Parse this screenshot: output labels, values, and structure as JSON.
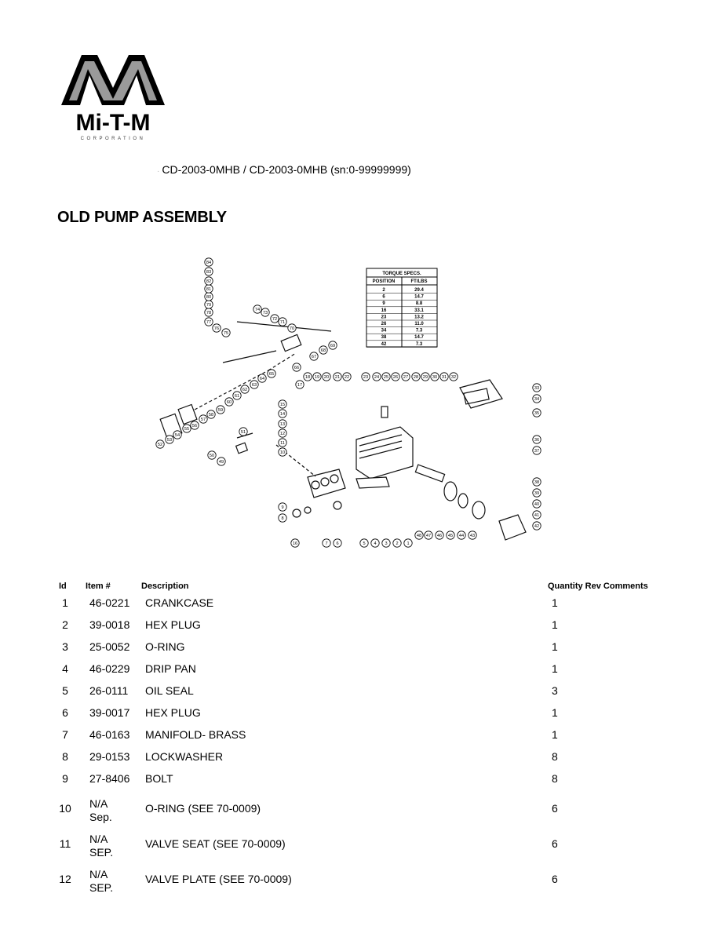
{
  "logo": {
    "brand": "Mi-T-M",
    "sub": "CORPORATION"
  },
  "model_line": "CD-2003-0MHB  / CD-2003-0MHB (sn:0-99999999)",
  "title": "OLD PUMP ASSEMBLY",
  "torque_table": {
    "title": "TORQUE SPECS.",
    "headers": [
      "POSITION",
      "FT/LBS"
    ],
    "rows": [
      [
        "2",
        "29.4"
      ],
      [
        "6",
        "14.7"
      ],
      [
        "9",
        "8.8"
      ],
      [
        "16",
        "33.1"
      ],
      [
        "23",
        "13.2"
      ],
      [
        "26",
        "11.0"
      ],
      [
        "34",
        "7.3"
      ],
      [
        "38",
        "14.7"
      ],
      [
        "42",
        "7.3"
      ]
    ]
  },
  "callouts": [
    "1",
    "2",
    "3",
    "4",
    "5",
    "6",
    "7",
    "8",
    "9",
    "10",
    "11",
    "12",
    "13",
    "14",
    "15",
    "16",
    "17",
    "18",
    "19",
    "20",
    "21",
    "22",
    "23",
    "24",
    "25",
    "26",
    "27",
    "28",
    "29",
    "30",
    "31",
    "32",
    "33",
    "34",
    "35",
    "36",
    "37",
    "38",
    "39",
    "40",
    "41",
    "42",
    "43",
    "44",
    "45",
    "46",
    "47",
    "48",
    "49",
    "50",
    "51",
    "52",
    "53",
    "54",
    "55",
    "56",
    "57",
    "58",
    "59",
    "60",
    "61",
    "62",
    "63",
    "64",
    "65",
    "66",
    "67",
    "68",
    "69",
    "70",
    "71",
    "72",
    "73",
    "74",
    "75",
    "76",
    "77",
    "78",
    "79",
    "80",
    "81",
    "82",
    "83",
    "84"
  ],
  "table": {
    "headers": {
      "id": "Id",
      "item": "Item #",
      "desc": "Description",
      "qty_rev_comments": "Quantity Rev Comments"
    },
    "rows": [
      {
        "id": "1",
        "item": "46-0221",
        "desc": "CRANKCASE",
        "qty": "1"
      },
      {
        "id": "2",
        "item": "39-0018",
        "desc": "HEX PLUG",
        "qty": "1"
      },
      {
        "id": "3",
        "item": "25-0052",
        "desc": "O-RING",
        "qty": "1"
      },
      {
        "id": "4",
        "item": "46-0229",
        "desc": "DRIP PAN",
        "qty": "1"
      },
      {
        "id": "5",
        "item": "26-0111",
        "desc": "OIL SEAL",
        "qty": "3"
      },
      {
        "id": "6",
        "item": "39-0017",
        "desc": "HEX PLUG",
        "qty": "1"
      },
      {
        "id": "7",
        "item": "46-0163",
        "desc": "MANIFOLD- BRASS",
        "qty": "1"
      },
      {
        "id": "8",
        "item": "29-0153",
        "desc": "LOCKWASHER",
        "qty": "8"
      },
      {
        "id": "9",
        "item": "27-8406",
        "desc": "BOLT",
        "qty": "8"
      },
      {
        "id": "10",
        "item": "N/A Sep.",
        "desc": "O-RING (SEE 70-0009)",
        "qty": "6"
      },
      {
        "id": "11",
        "item": "N/A SEP.",
        "desc": "VALVE SEAT (SEE 70-0009)",
        "qty": "6"
      },
      {
        "id": "12",
        "item": "N/A SEP.",
        "desc": "VALVE PLATE (SEE 70-0009)",
        "qty": "6"
      }
    ]
  }
}
